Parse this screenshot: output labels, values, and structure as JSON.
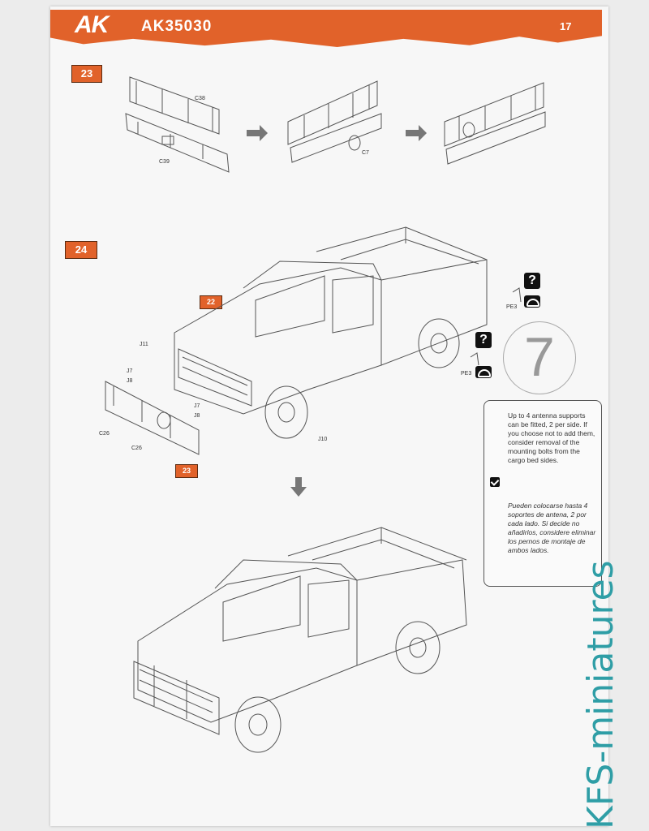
{
  "header": {
    "logo": "AK",
    "product_code": "AK35030",
    "page_number": "17"
  },
  "step23": {
    "number": "23",
    "parts": [
      "C38",
      "C39",
      "C7"
    ]
  },
  "step24": {
    "number": "24",
    "ref_22": "22",
    "ref_23": "23",
    "parts": {
      "j11": "J11",
      "j7a": "J7",
      "j8a": "J8",
      "j7b": "J7",
      "j8b": "J8",
      "c26a": "C26",
      "c26b": "C26",
      "j10": "J10",
      "pe3a": "PE3",
      "pe3b": "PE3"
    },
    "optional_icon": "?",
    "zoom_digit": "7"
  },
  "note": {
    "en": "Up to 4 antenna supports can be fitted, 2 per side. If you choose not to add them, consider removal of the mounting bolts from the cargo bed sides.",
    "es": "Pueden colocarse hasta 4 soportes de antena, 2 por cada lado. Si decide no añadirlos, considere eliminar los pernos de montaje de ambos lados."
  },
  "watermark": "KFS-miniatures",
  "colors": {
    "accent": "#e1622a",
    "watermark": "#2f9ea6"
  }
}
